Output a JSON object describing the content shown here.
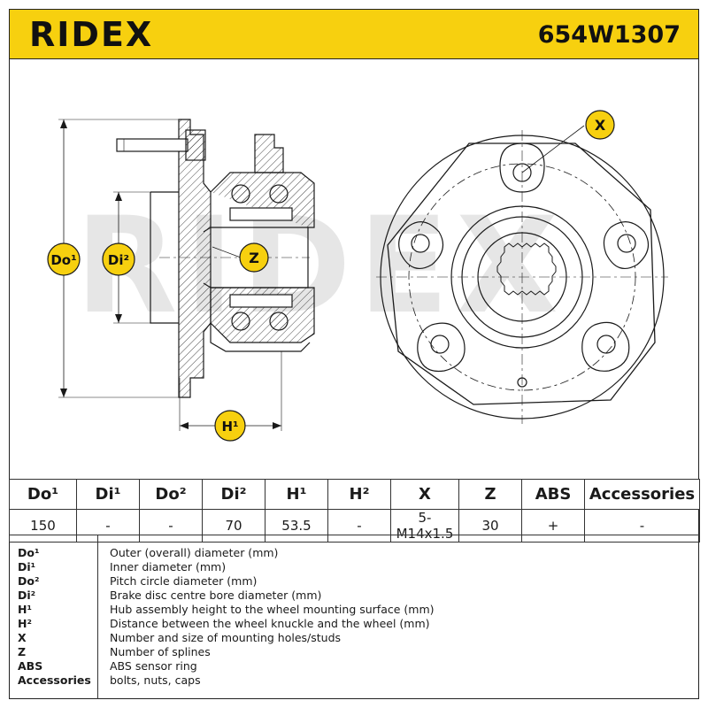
{
  "header": {
    "brand": "RIDEX",
    "part_number": "654W1307"
  },
  "drawing": {
    "watermark": "RIDEX",
    "labels": {
      "do1": "Do¹",
      "di2": "Di²",
      "z": "Z",
      "h1": "H¹",
      "x": "X"
    },
    "colors": {
      "accent": "#f7d00f",
      "line": "#1a1a1a",
      "watermark": "#e6e6e6"
    }
  },
  "table": {
    "headers": [
      "Do¹",
      "Di¹",
      "Do²",
      "Di²",
      "H¹",
      "H²",
      "X",
      "Z",
      "ABS",
      "Accessories"
    ],
    "values": [
      "150",
      "-",
      "-",
      "70",
      "53.5",
      "-",
      "5-M14x1.5",
      "30",
      "+",
      "-"
    ]
  },
  "legend": [
    {
      "code": "Do¹",
      "desc": "Outer (overall) diameter (mm)"
    },
    {
      "code": "Di¹",
      "desc": "Inner diameter (mm)"
    },
    {
      "code": "Do²",
      "desc": "Pitch circle diameter (mm)"
    },
    {
      "code": "Di²",
      "desc": "Brake disc centre bore diameter (mm)"
    },
    {
      "code": "H¹",
      "desc": "Hub assembly height to the wheel mounting surface (mm)"
    },
    {
      "code": "H²",
      "desc": "Distance between the wheel knuckle and the wheel (mm)"
    },
    {
      "code": "X",
      "desc": "Number and size of mounting holes/studs"
    },
    {
      "code": "Z",
      "desc": "Number of splines"
    },
    {
      "code": "ABS",
      "desc": "ABS sensor ring"
    },
    {
      "code": "Accessories",
      "desc": "bolts, nuts, caps"
    }
  ]
}
